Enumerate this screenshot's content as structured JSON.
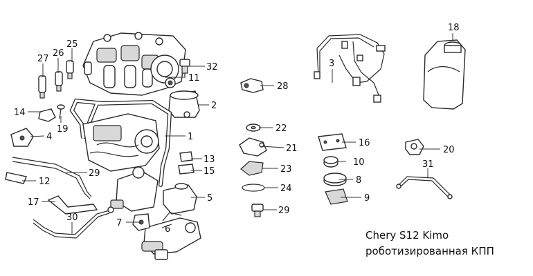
{
  "callouts": [
    "1",
    "2",
    "3",
    "4",
    "5",
    "6",
    "7",
    "8",
    "9",
    "10",
    "11",
    "12",
    "13",
    "14",
    "15",
    "16",
    "17",
    "18",
    "19",
    "20",
    "21",
    "22",
    "23",
    "24",
    "25",
    "26",
    "27",
    "28",
    "29",
    "29",
    "30",
    "31",
    "32"
  ],
  "caption": {
    "line1": "Chery S12 Kimo",
    "line2": "роботизированная КПП"
  }
}
